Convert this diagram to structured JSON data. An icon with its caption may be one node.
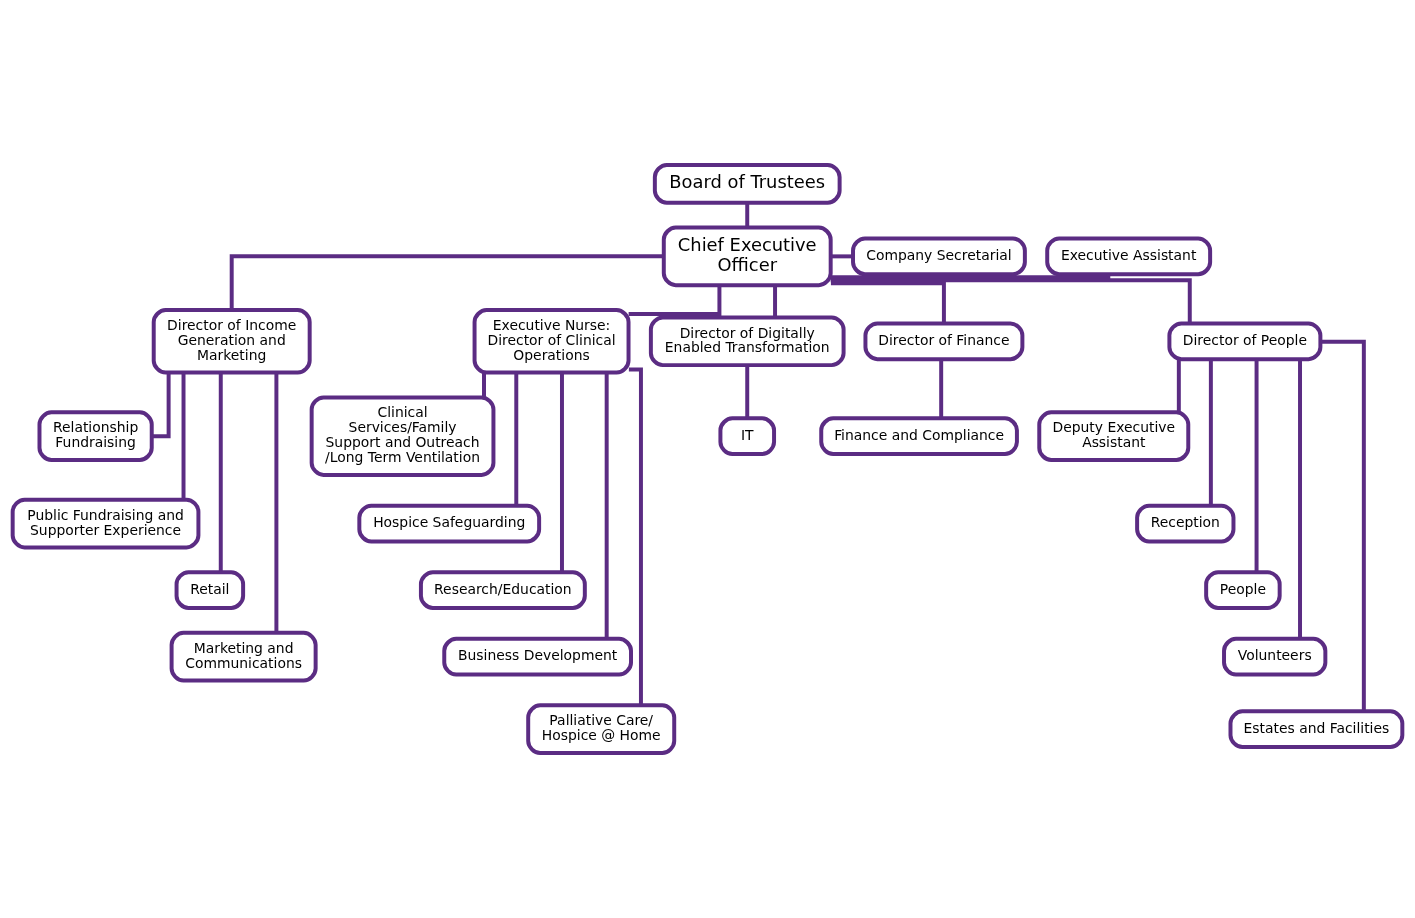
{
  "diagram": {
    "nodes": [
      {
        "text": [
          "Board of Trustees"
        ]
      },
      {
        "text": [
          "Chief Executive Officer"
        ]
      },
      {
        "text": [
          "Company Secretarial"
        ]
      },
      {
        "text": [
          "Executive Assistant"
        ]
      },
      {
        "text": [
          "Director of Income Generation and Marketing"
        ]
      },
      {
        "text": [
          "Executive Nurse: Director of Clinical Operations"
        ]
      },
      {
        "text": [
          "Director of Digitally Enabled Transformation"
        ]
      },
      {
        "text": [
          "Director of Finance"
        ]
      },
      {
        "text": [
          "Director of People"
        ]
      },
      {
        "text": [
          "Relationship Fundraising"
        ]
      },
      {
        "text": [
          "Clinical Services/Family Support and Outreach /Long Term Ventilation"
        ]
      },
      {
        "text": [
          "IT"
        ]
      },
      {
        "text": [
          "Finance and Compliance"
        ]
      },
      {
        "text": [
          "Deputy Executive Assistant"
        ]
      },
      {
        "text": [
          "Public Fundraising and Supporter Experience"
        ]
      },
      {
        "text": [
          "Hospice Safeguarding"
        ]
      },
      {
        "text": [
          "Reception"
        ]
      },
      {
        "text": [
          "Retail"
        ]
      },
      {
        "text": [
          "Research/Education"
        ]
      },
      {
        "text": [
          "People"
        ]
      },
      {
        "text": [
          "Business Development"
        ]
      },
      {
        "text": [
          "Volunteers"
        ]
      },
      {
        "text": [
          "Marketing and Communications"
        ]
      },
      {
        "text": [
          "Palliative Care/ Hospice @ Home"
        ]
      },
      {
        "text": [
          "Estates and Facilities"
        ]
      }
    ],
    "edges": [
      {
        "from": 0,
        "to": 1,
        "arrow": "none"
      },
      {
        "from": 1,
        "to": 2,
        "arrow": "none"
      },
      {
        "from": 1,
        "to": 3,
        "arrow": "none"
      },
      {
        "from": 1,
        "to": 4,
        "arrow": "none"
      },
      {
        "from": 1,
        "to": 5,
        "arrow": "none"
      },
      {
        "from": 1,
        "to": 6,
        "arrow": "none"
      },
      {
        "from": 1,
        "to": 7,
        "arrow": "none"
      },
      {
        "from": 1,
        "to": 8,
        "arrow": "none"
      },
      {
        "from": 4,
        "to": 9,
        "arrow": "none"
      },
      {
        "from": 4,
        "to": 14,
        "arrow": "none"
      },
      {
        "from": 4,
        "to": 17,
        "arrow": "none"
      },
      {
        "from": 4,
        "to": 22,
        "arrow": "none"
      },
      {
        "from": 5,
        "to": 10,
        "arrow": "none"
      },
      {
        "from": 5,
        "to": 15,
        "arrow": "none"
      },
      {
        "from": 5,
        "to": 18,
        "arrow": "none"
      },
      {
        "from": 5,
        "to": 20,
        "arrow": "none"
      },
      {
        "from": 5,
        "to": 23,
        "arrow": "none"
      },
      {
        "from": 6,
        "to": 11,
        "arrow": "none"
      },
      {
        "from": 7,
        "to": 12,
        "arrow": "none"
      },
      {
        "from": 8,
        "to": 13,
        "arrow": "none"
      },
      {
        "from": 8,
        "to": 16,
        "arrow": "none"
      },
      {
        "from": 8,
        "to": 19,
        "arrow": "none"
      },
      {
        "from": 8,
        "to": 21,
        "arrow": "none"
      },
      {
        "from": 8,
        "to": 24,
        "arrow": "none"
      }
    ]
  }
}
